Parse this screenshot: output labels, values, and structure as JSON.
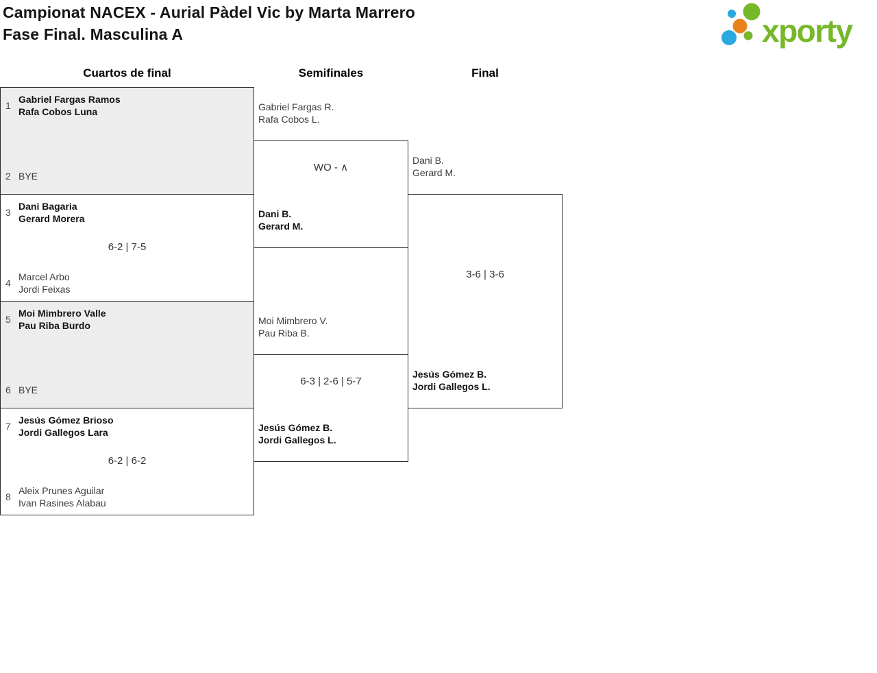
{
  "header": {
    "title_line1": "Campionat NACEX - Aurial Pàdel Vic by Marta Marrero",
    "title_line2": "Fase Final. Masculina A",
    "logo": {
      "text": "xporty",
      "text_color": "#76b82a",
      "dot_colors": {
        "blue": "#29a9e0",
        "green": "#76b82a",
        "orange": "#e8821d"
      }
    }
  },
  "bracket": {
    "round_labels": {
      "quarterfinals": "Cuartos de final",
      "semifinals": "Semifinales",
      "final": "Final"
    },
    "colors": {
      "bye_fill": "#ededed",
      "border": "#2b2b2b",
      "winner_text": "#141414",
      "loser_text": "#3d3d3d"
    },
    "quarterfinals": [
      {
        "seed_top": "1",
        "team_top_1": "Gabriel Fargas Ramos",
        "team_top_2": "Rafa Cobos Luna",
        "seed_bottom": "2",
        "bye_label": "BYE",
        "score": ""
      },
      {
        "seed_top": "3",
        "team_top_1": "Dani Bagaria",
        "team_top_2": "Gerard Morera",
        "seed_bottom": "4",
        "team_bottom_1": "Marcel Arbo",
        "team_bottom_2": "Jordi Feixas",
        "score": "6-2 | 7-5"
      },
      {
        "seed_top": "5",
        "team_top_1": "Moi Mimbrero Valle",
        "team_top_2": "Pau Riba Burdo",
        "seed_bottom": "6",
        "bye_label": "BYE",
        "score": ""
      },
      {
        "seed_top": "7",
        "team_top_1": "Jesús Gómez Brioso",
        "team_top_2": "Jordi Gallegos Lara",
        "seed_bottom": "8",
        "team_bottom_1": "Aleix Prunes Aguilar",
        "team_bottom_2": "Ivan Rasines Alabau",
        "score": "6-2 | 6-2"
      }
    ],
    "semifinals": [
      {
        "team_top_1": "Gabriel Fargas R.",
        "team_top_2": "Rafa Cobos L.",
        "team_bottom_1": "Dani B.",
        "team_bottom_2": "Gerard M.",
        "score": "WO - ∧"
      },
      {
        "team_top_1": "Moi Mimbrero V.",
        "team_top_2": "Pau Riba B.",
        "team_bottom_1": "Jesús Gómez B.",
        "team_bottom_2": "Jordi Gallegos L.",
        "score": "6-3 | 2-6 | 5-7"
      }
    ],
    "final": {
      "team_top_1": "Dani B.",
      "team_top_2": "Gerard M.",
      "team_bottom_1": "Jesús Gómez B.",
      "team_bottom_2": "Jordi Gallegos L.",
      "score": "3-6 | 3-6"
    }
  }
}
